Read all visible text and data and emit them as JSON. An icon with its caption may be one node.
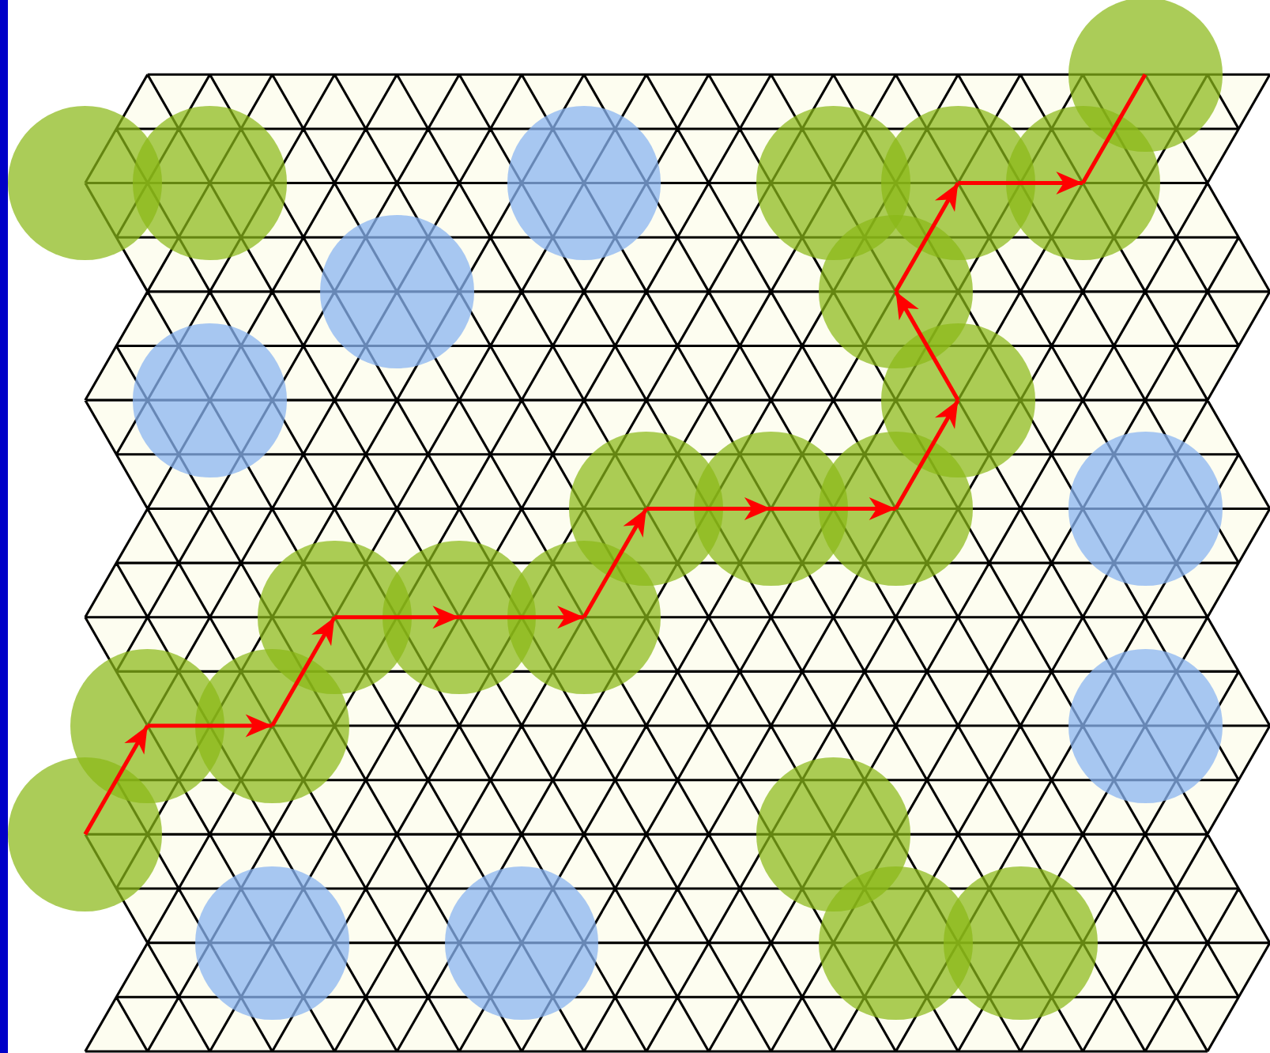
{
  "diagram": {
    "nodes": [
      {
        "text": [],
        "shape": "circle"
      },
      {
        "text": [],
        "shape": "circle"
      },
      {
        "text": [],
        "shape": "circle"
      },
      {
        "text": [],
        "shape": "circle"
      },
      {
        "text": [],
        "shape": "circle"
      },
      {
        "text": [],
        "shape": "circle"
      },
      {
        "text": [],
        "shape": "circle"
      },
      {
        "text": [],
        "shape": "circle"
      },
      {
        "text": [],
        "shape": "circle"
      },
      {
        "text": [],
        "shape": "circle"
      },
      {
        "text": [],
        "shape": "circle"
      },
      {
        "text": [],
        "shape": "circle"
      },
      {
        "text": [],
        "shape": "circle"
      },
      {
        "text": [],
        "shape": "circle"
      },
      {
        "text": [],
        "shape": "circle"
      },
      {
        "text": [],
        "shape": "circle"
      },
      {
        "text": [],
        "shape": "circle"
      },
      {
        "text": [],
        "shape": "circle"
      },
      {
        "text": [],
        "shape": "circle"
      },
      {
        "text": [],
        "shape": "circle"
      },
      {
        "text": [],
        "shape": "circle"
      },
      {
        "text": [],
        "shape": "circle"
      },
      {
        "text": [],
        "shape": "circle"
      },
      {
        "text": [],
        "shape": "circle"
      },
      {
        "text": [],
        "shape": "circle"
      },
      {
        "text": [],
        "shape": "circle"
      },
      {
        "text": [],
        "shape": "circle"
      }
    ],
    "edges": [
      {
        "from": 21,
        "to": 18,
        "arrow": "to"
      },
      {
        "from": 18,
        "to": 19,
        "arrow": "to"
      },
      {
        "from": 19,
        "to": 15,
        "arrow": "to"
      },
      {
        "from": 15,
        "to": 16,
        "arrow": "to"
      },
      {
        "from": 16,
        "to": 17,
        "arrow": "to"
      },
      {
        "from": 17,
        "to": 11,
        "arrow": "to"
      },
      {
        "from": 11,
        "to": 12,
        "arrow": "to"
      },
      {
        "from": 12,
        "to": 13,
        "arrow": "to"
      },
      {
        "from": 13,
        "to": 10,
        "arrow": "to"
      },
      {
        "from": 10,
        "to": 8,
        "arrow": "to"
      },
      {
        "from": 8,
        "to": 5,
        "arrow": "to"
      },
      {
        "from": 5,
        "to": 6,
        "arrow": "to"
      },
      {
        "from": 6,
        "to": 0,
        "arrow": "none"
      }
    ]
  }
}
